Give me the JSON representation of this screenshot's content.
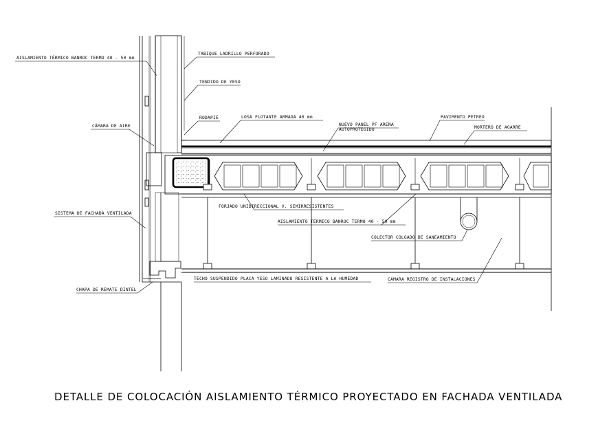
{
  "title": "DETALLE DE COLOCACIÓN AISLAMIENTO TÉRMICO PROYECTADO EN FACHADA VENTILADA",
  "labels": {
    "aislamiento_muro": "AISLAMIENTO TÉRMICO BANROC TERMO 40 - 50 mm",
    "tabique": "TABIQUE LADRILLO PERFORADO",
    "tendido": "TENDIDO DE YESO",
    "camara_aire": "CÁMARA DE AIRE",
    "rodapie": "RODAPIÉ",
    "losa": "LOSA FLOTANTE ARMADA 40 mm",
    "panel_1": "NUEVO PANEL PF ARENA",
    "panel_2": "AUTOPROTEGIDO",
    "pavimento": "PAVIMENTO PETREO",
    "mortero": "MORTERO DE AGARRE",
    "sistema_fachada": "SISTEMA DE FACHADA VENTILADA",
    "forjado": "FORJADO UNIDIRECCIONAL V. SEMIRRESISTENTES",
    "aislamiento_forjado": "AISLAMIENTO TÉRMICO BANROC TERMO 40 - 50 mm",
    "colector": "COLECTOR COLGADO DE SANEAMIENTO",
    "chapa": "CHAPA DE REMATE DINTEL",
    "techo": "TECHO SUSPENDIDO PLACA  YESO LAMINADO RESISTENTE A LA HUMEDAD",
    "camara_registro": "CÁMARA REGISTRO DE INSTALACIONES"
  }
}
